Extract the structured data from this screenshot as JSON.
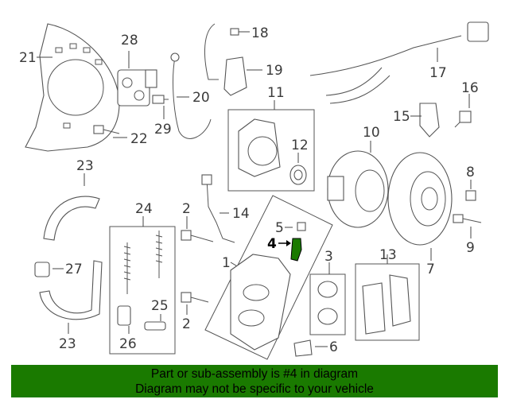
{
  "callouts": [
    {
      "id": "1",
      "text": "1"
    },
    {
      "id": "2a",
      "text": "2"
    },
    {
      "id": "2b",
      "text": "2"
    },
    {
      "id": "3",
      "text": "3"
    },
    {
      "id": "4",
      "text": "4"
    },
    {
      "id": "5",
      "text": "5"
    },
    {
      "id": "6",
      "text": "6"
    },
    {
      "id": "7",
      "text": "7"
    },
    {
      "id": "8",
      "text": "8"
    },
    {
      "id": "9",
      "text": "9"
    },
    {
      "id": "10",
      "text": "10"
    },
    {
      "id": "11",
      "text": "11"
    },
    {
      "id": "12",
      "text": "12"
    },
    {
      "id": "13",
      "text": "13"
    },
    {
      "id": "14",
      "text": "14"
    },
    {
      "id": "15",
      "text": "15"
    },
    {
      "id": "16",
      "text": "16"
    },
    {
      "id": "17",
      "text": "17"
    },
    {
      "id": "18",
      "text": "18"
    },
    {
      "id": "19",
      "text": "19"
    },
    {
      "id": "20",
      "text": "20"
    },
    {
      "id": "21",
      "text": "21"
    },
    {
      "id": "22",
      "text": "22"
    },
    {
      "id": "23a",
      "text": "23"
    },
    {
      "id": "23b",
      "text": "23"
    },
    {
      "id": "24",
      "text": "24"
    },
    {
      "id": "25",
      "text": "25"
    },
    {
      "id": "26",
      "text": "26"
    },
    {
      "id": "27",
      "text": "27"
    },
    {
      "id": "28",
      "text": "28"
    },
    {
      "id": "29",
      "text": "29"
    }
  ],
  "highlight": {
    "part": "4",
    "color": "#1a7a00"
  },
  "banner": {
    "line1": "Part or sub-assembly is #4 in diagram",
    "line2": "Diagram may not be specific to your vehicle",
    "color": "#1a7a00"
  }
}
